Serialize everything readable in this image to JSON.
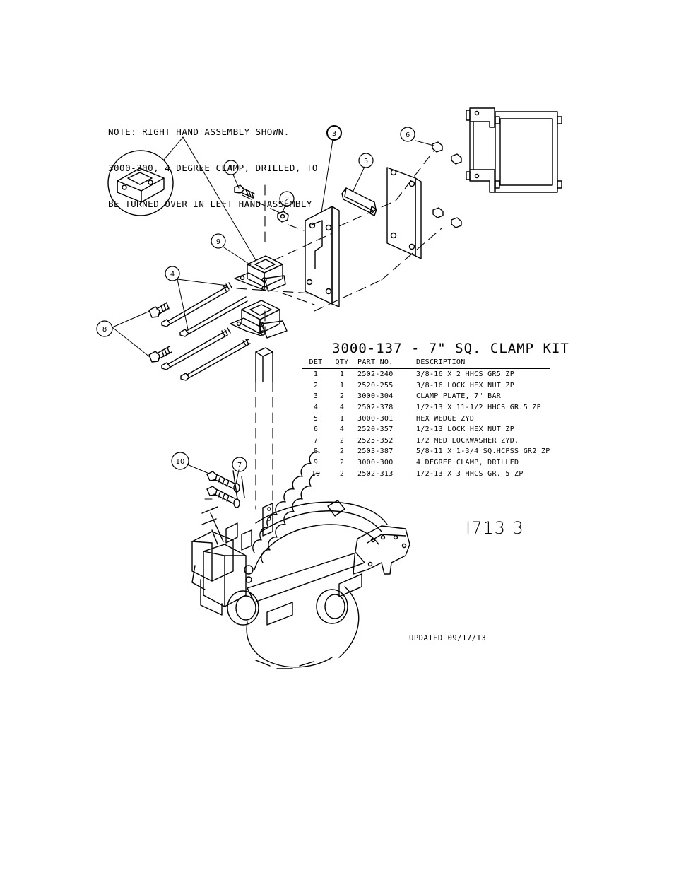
{
  "note": {
    "lines": [
      "NOTE: RIGHT HAND ASSEMBLY SHOWN.",
      "3000-300, 4 DEGREE CLAMP, DRILLED, TO",
      "BE TURNED OVER IN LEFT HAND ASSEMBLY"
    ]
  },
  "kit_title": "3000-137 - 7\" SQ. CLAMP KIT",
  "parts_table": {
    "headers": [
      "DET",
      "QTY",
      "PART NO.",
      "DESCRIPTION"
    ],
    "rows": [
      [
        "1",
        "1",
        "2502-240",
        "3/8-16 X 2 HHCS GR5 ZP"
      ],
      [
        "2",
        "1",
        "2520-255",
        "3/8-16 LOCK HEX NUT ZP"
      ],
      [
        "3",
        "2",
        "3000-304",
        "CLAMP PLATE, 7\" BAR"
      ],
      [
        "4",
        "4",
        "2502-378",
        "1/2-13 X 11-1/2 HHCS GR.5 ZP"
      ],
      [
        "5",
        "1",
        "3000-301",
        "HEX WEDGE ZYD"
      ],
      [
        "6",
        "4",
        "2520-357",
        "1/2-13 LOCK HEX NUT ZP"
      ],
      [
        "7",
        "2",
        "2525-352",
        "1/2 MED LOCKWASHER ZYD."
      ],
      [
        "8",
        "2",
        "2503-387",
        "5/8-11 X 1-3/4 SQ.HCPSS GR2 ZP"
      ],
      [
        "9",
        "2",
        "3000-300",
        "4 DEGREE CLAMP, DRILLED"
      ],
      [
        "10",
        "2",
        "2502-313",
        "1/2-13 X 3 HHCS GR. 5 ZP"
      ]
    ]
  },
  "balloons": [
    "1",
    "2",
    "3",
    "4",
    "5",
    "6",
    "7",
    "8",
    "9",
    "10"
  ],
  "drawing_number": "I713-3",
  "updated": "UPDATED 09/17/13"
}
